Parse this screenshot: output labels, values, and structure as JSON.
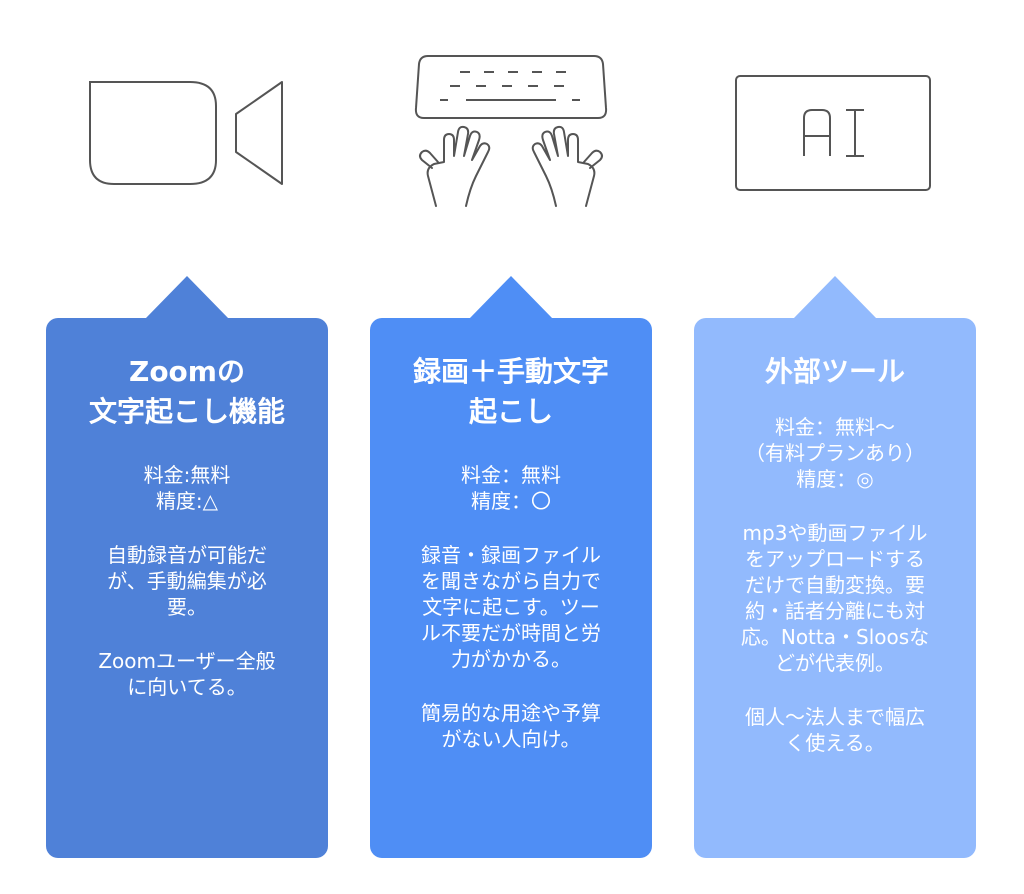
{
  "cards": [
    {
      "title": [
        "Zoomの",
        "文字起こし機能"
      ],
      "pricing": [
        "料金:無料",
        "精度:△"
      ],
      "description": [
        "自動録音が可能だ",
        "が、手動編集が必",
        "要。"
      ],
      "target": [
        "Zoomユーザー全般",
        "に向いてる。"
      ]
    },
    {
      "title": [
        "録画＋手動文字",
        "起こし"
      ],
      "pricing": [
        "料金：無料",
        "精度：〇"
      ],
      "description": [
        "録音・録画ファイル",
        "を聞きながら自力で",
        "文字に起こす。ツー",
        "ル不要だが時間と労",
        "力がかかる。"
      ],
      "target": [
        "簡易的な用途や予算",
        "がない人向け。"
      ]
    },
    {
      "title": [
        "外部ツール"
      ],
      "pricing": [
        "料金：無料〜",
        "（有料プランあり）",
        "精度：◎"
      ],
      "description": [
        "mp3や動画ファイル",
        "をアップロードする",
        "だけで自動変換。要",
        "約・話者分離にも対",
        "応。Notta・Sloosな",
        "どが代表例。"
      ],
      "target": [
        "個人〜法人まで幅広",
        "く使える。"
      ]
    }
  ],
  "icons": [
    "video-camera-icon",
    "typing-hands-icon",
    "ai-screen-icon"
  ],
  "colors": {
    "card_1": "#4f81d8",
    "card_2": "#4f8ef5",
    "card_3": "#92bafd",
    "icon_stroke": "#555555"
  }
}
